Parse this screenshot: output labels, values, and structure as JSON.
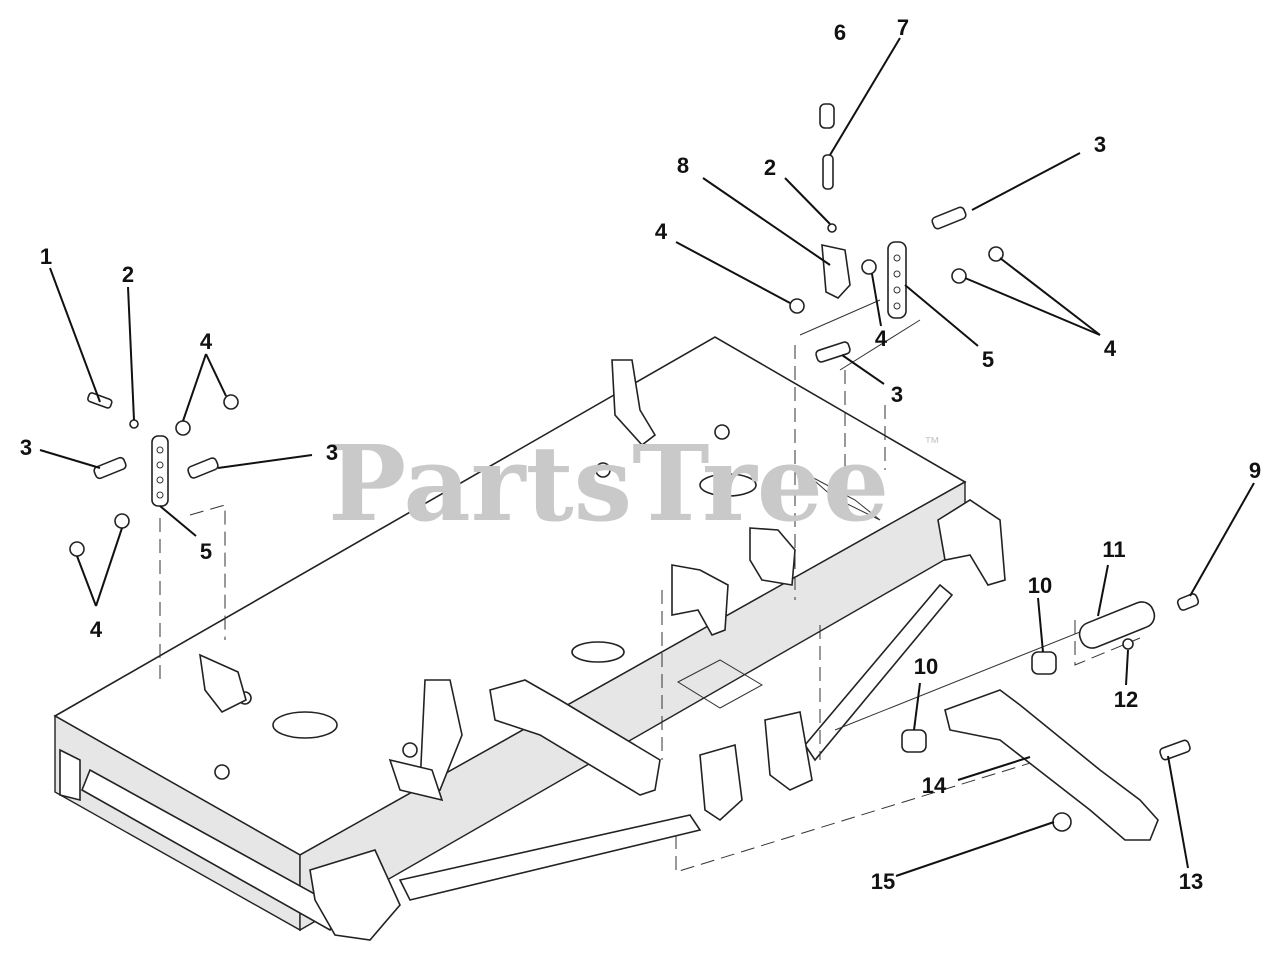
{
  "watermark": {
    "text": "PartsTree",
    "trademark": "™"
  },
  "callouts": [
    {
      "label": "1"
    },
    {
      "label": "2"
    },
    {
      "label": "4"
    },
    {
      "label": "3"
    },
    {
      "label": "3"
    },
    {
      "label": "5"
    },
    {
      "label": "4"
    },
    {
      "label": "6"
    },
    {
      "label": "7"
    },
    {
      "label": "2"
    },
    {
      "label": "8"
    },
    {
      "label": "4"
    },
    {
      "label": "3"
    },
    {
      "label": "4"
    },
    {
      "label": "5"
    },
    {
      "label": "4"
    },
    {
      "label": "3"
    },
    {
      "label": "9"
    },
    {
      "label": "11"
    },
    {
      "label": "10"
    },
    {
      "label": "12"
    },
    {
      "label": "10"
    },
    {
      "label": "14"
    },
    {
      "label": "13"
    },
    {
      "label": "15"
    }
  ]
}
